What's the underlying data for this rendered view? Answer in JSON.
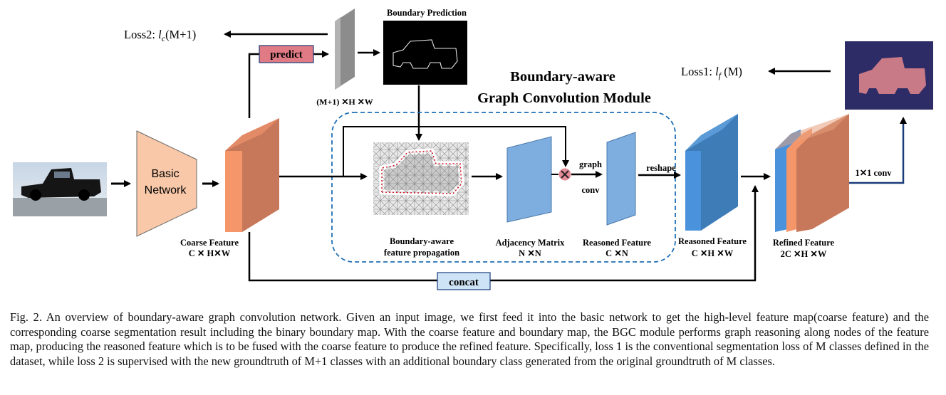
{
  "labels": {
    "boundary_prediction": "Boundary Prediction",
    "predict": "predict",
    "loss2_prefix": "Loss2: ",
    "loss2_sym": "l",
    "loss2_sub": "c",
    "loss2_suffix": "(M+1)",
    "loss1_prefix": "Loss1: ",
    "loss1_sym": "l",
    "loss1_sub": "f",
    "loss1_suffix": " (M)",
    "module_title_line1": "Boundary-aware",
    "module_title_line2": "Graph Convolution Module",
    "pred_dims": "(M+1) ✕H ✕W",
    "basic_network_line1": "Basic",
    "basic_network_line2": "Network",
    "coarse_feature_line1": "Coarse Feature",
    "coarse_feature_line2": "C ✕ H✕W",
    "bfp_line1": "Boundary-aware",
    "bfp_line2": "feature propagation",
    "adj_line1": "Adjacency Matrix",
    "adj_line2": "N ✕N",
    "reasoned_small_line1": "Reasoned Feature",
    "reasoned_small_line2": "C ✕N",
    "graph": "graph",
    "conv": "conv",
    "reshape": "reshape",
    "reasoned_big_line1": "Reasoned Feature",
    "reasoned_big_line2": "C ✕H ✕W",
    "refined_line1": "Refined Feature",
    "refined_line2": "2C ✕H ✕W",
    "one_by_one_conv": "1✕1 conv",
    "concat": "concat"
  },
  "caption": "Fig. 2.  An overview of boundary-aware graph convolution network. Given an input image, we first feed it into the basic network to get the high-level feature map(coarse feature) and the corresponding coarse segmentation result including the binary boundary map. With the coarse feature and boundary map, the BGC module performs graph reasoning along nodes of the feature map, producing the reasoned feature which is to be fused with the coarse feature to produce the refined feature. Specifically, loss 1 is the conventional segmentation loss of M classes defined in the dataset, while loss 2 is supervised with the new groundtruth of M+1 classes with an additional boundary class generated from the original groundtruth of M classes.",
  "colors": {
    "orange": "#f4a582",
    "orange_dark": "#c8785a",
    "blue": "#4a90d9",
    "blue_dark": "#3a6fa8",
    "light_blue": "#7eb0e0",
    "predict_fill": "#e07b86",
    "concat_fill": "#cfe3f7",
    "dashed_border": "#1f6fb5"
  }
}
